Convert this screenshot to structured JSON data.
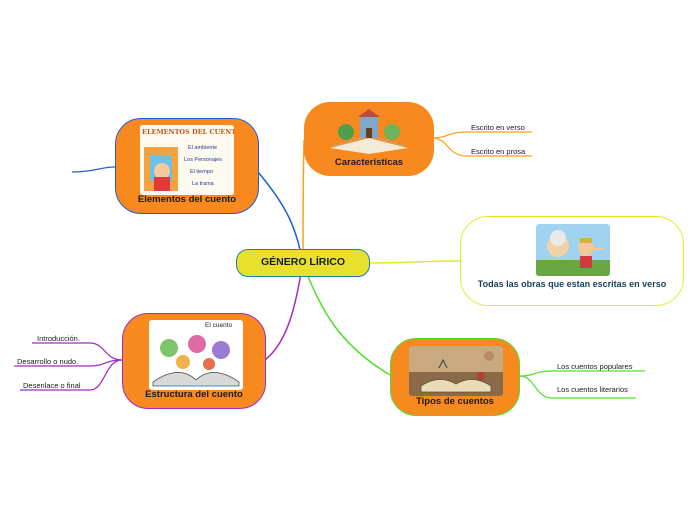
{
  "central": "GÉNERO LÍRICO",
  "nodes": {
    "elementos": {
      "label": "Elementos del cuento",
      "image_text": [
        "ELEMENTOS DEL CUENTO",
        "El ambiente",
        "Los Personajes",
        "El tiempo",
        "La trama"
      ]
    },
    "caracteristicas": {
      "label": "Caracteristicas",
      "leaves": [
        "Escrito en verso",
        "Escrito en prosa"
      ]
    },
    "todas": {
      "label": "Todas las obras que estan escritas en verso"
    },
    "estructura": {
      "label": "Estructura del cuento",
      "image_text": "El cuento",
      "leaves": [
        "Introducción.",
        "Desarrollo o nudo.",
        "Desenlace o final"
      ]
    },
    "tipos": {
      "label": "Tipos de cuentos",
      "leaves": [
        "Los cuentos populares",
        "Los cuentos literarios"
      ]
    }
  },
  "colors": {
    "node_fill": "#f7891f",
    "central_fill": "#e8e02d",
    "central_border": "#1b82a6",
    "branch_elementos": "#1f5fd6",
    "branch_caracteristicas": "#f7a11f",
    "branch_todas": "#e2ea2a",
    "branch_estructura": "#a429c6",
    "branch_tipos": "#4fe02b"
  }
}
